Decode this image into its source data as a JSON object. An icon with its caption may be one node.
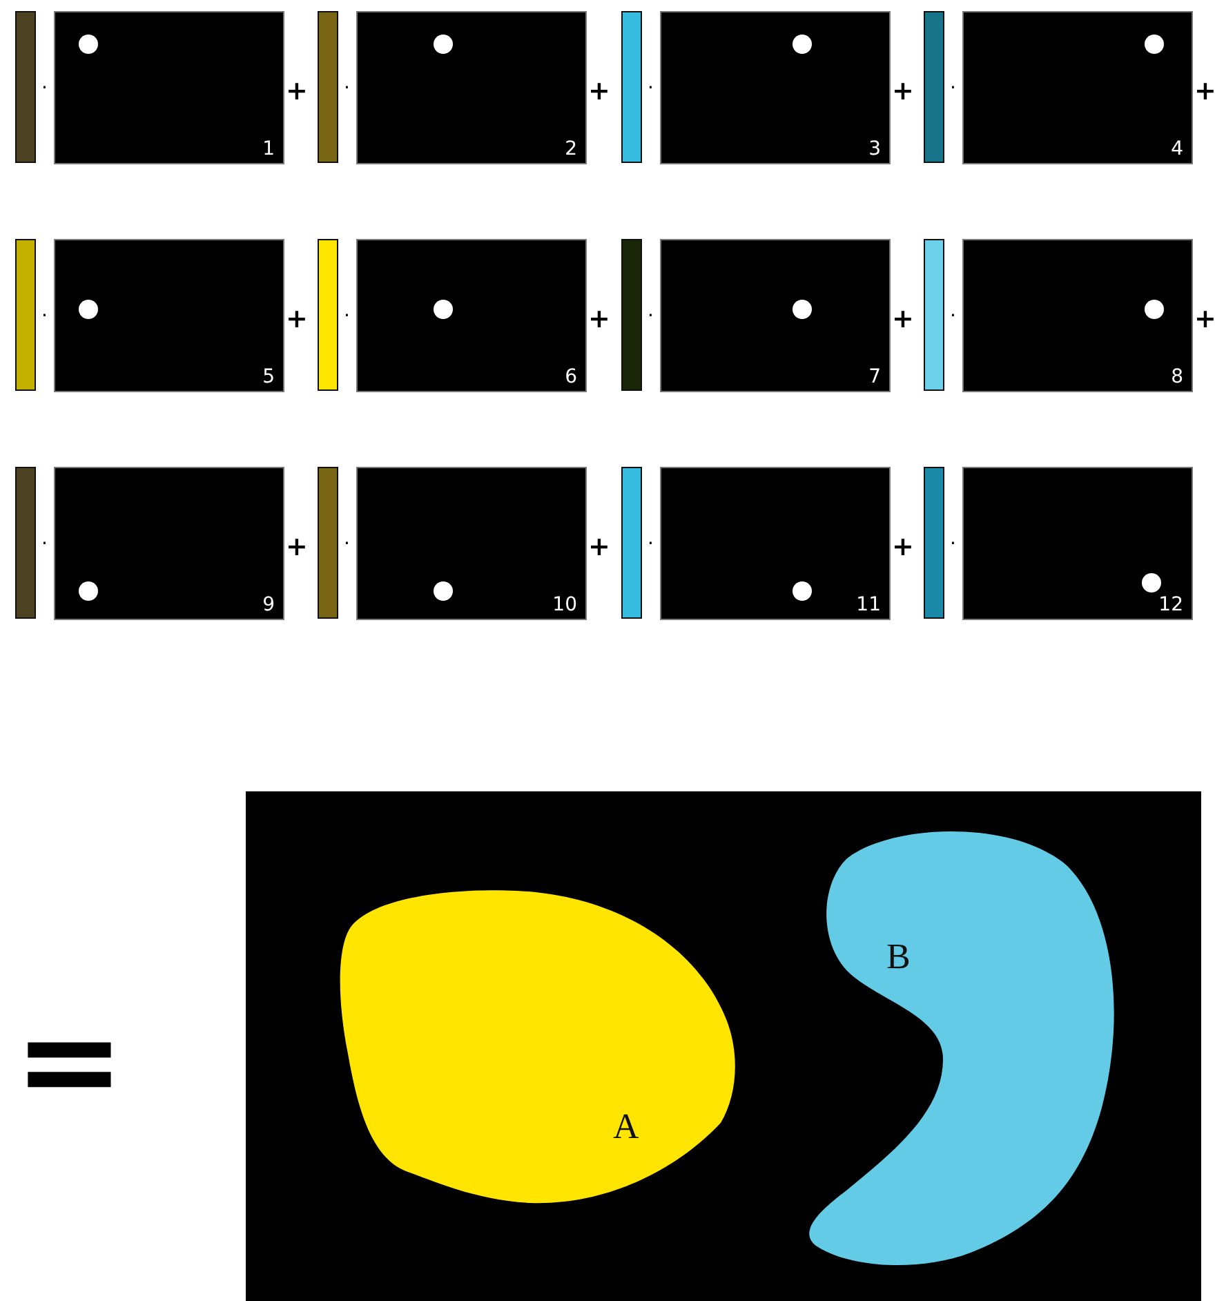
{
  "diagram": {
    "nodes": [
      {
        "text": [],
        "shape": "bar"
      },
      {
        "text": [
          "1"
        ]
      },
      {
        "text": [],
        "shape": "bar"
      },
      {
        "text": [
          "2"
        ]
      },
      {
        "text": [],
        "shape": "bar"
      },
      {
        "text": [
          "3"
        ]
      },
      {
        "text": [],
        "shape": "bar"
      },
      {
        "text": [
          "4"
        ]
      },
      {
        "text": [],
        "shape": "bar"
      },
      {
        "text": [
          "5"
        ]
      },
      {
        "text": [],
        "shape": "bar"
      },
      {
        "text": [
          "6"
        ]
      },
      {
        "text": [],
        "shape": "bar"
      },
      {
        "text": [
          "7"
        ]
      },
      {
        "text": [],
        "shape": "bar"
      },
      {
        "text": [
          "8"
        ]
      },
      {
        "text": [],
        "shape": "bar"
      },
      {
        "text": [
          "9"
        ]
      },
      {
        "text": [],
        "shape": "bar"
      },
      {
        "text": [
          "10"
        ]
      },
      {
        "text": [],
        "shape": "bar"
      },
      {
        "text": [
          "11"
        ]
      },
      {
        "text": [],
        "shape": "bar"
      },
      {
        "text": [
          "12"
        ]
      },
      {
        "text": [],
        "shape": "box"
      },
      {
        "text": [
          "A"
        ],
        "in": 24
      },
      {
        "text": [
          "B"
        ],
        "in": 24
      }
    ],
    "labels": [
      "·",
      "+",
      "·",
      "+",
      "·",
      "+",
      "·",
      "+",
      "·",
      "+",
      "·",
      "+",
      "·",
      "+",
      "·",
      "+",
      "·",
      "+",
      "·",
      "+",
      "·",
      "+",
      "·",
      "="
    ]
  }
}
